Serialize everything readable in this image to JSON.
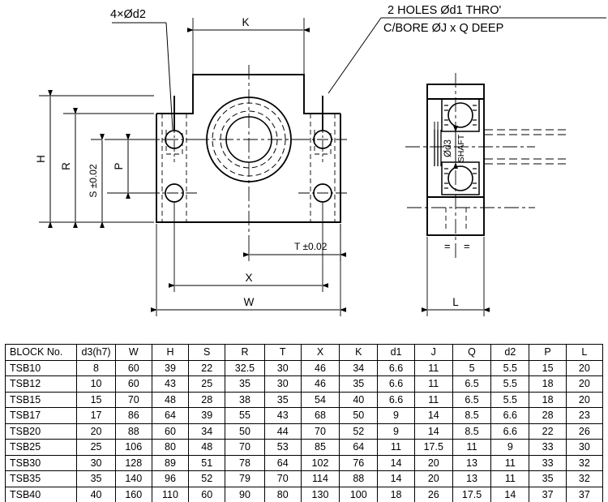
{
  "drawing": {
    "title_annotations": {
      "holes_note_line1": "2 HOLES Ød1 THRO'",
      "holes_note_line2": "C/BORE ØJ x Q DEEP",
      "corner_holes_note": "4×Ød2"
    },
    "dimensions": {
      "k": "K",
      "h": "H",
      "r": "R",
      "s": "S ±0.02",
      "p": "P",
      "t": "T ±0.02",
      "x": "X",
      "w": "W",
      "l": "L"
    },
    "side_view_labels": {
      "bore": "Ød3",
      "shaft": "SHAFT",
      "symmetry_left": "=",
      "symmetry_right": "="
    }
  },
  "table": {
    "headers": [
      "BLOCK No.",
      "d3(h7)",
      "W",
      "H",
      "S",
      "R",
      "T",
      "X",
      "K",
      "d1",
      "J",
      "Q",
      "d2",
      "P",
      "L"
    ],
    "rows": [
      [
        "TSB10",
        "8",
        "60",
        "39",
        "22",
        "32.5",
        "30",
        "46",
        "34",
        "6.6",
        "11",
        "5",
        "5.5",
        "15",
        "20"
      ],
      [
        "TSB12",
        "10",
        "60",
        "43",
        "25",
        "35",
        "30",
        "46",
        "35",
        "6.6",
        "11",
        "6.5",
        "5.5",
        "18",
        "20"
      ],
      [
        "TSB15",
        "15",
        "70",
        "48",
        "28",
        "38",
        "35",
        "54",
        "40",
        "6.6",
        "11",
        "6.5",
        "5.5",
        "18",
        "20"
      ],
      [
        "TSB17",
        "17",
        "86",
        "64",
        "39",
        "55",
        "43",
        "68",
        "50",
        "9",
        "14",
        "8.5",
        "6.6",
        "28",
        "23"
      ],
      [
        "TSB20",
        "20",
        "88",
        "60",
        "34",
        "50",
        "44",
        "70",
        "52",
        "9",
        "14",
        "8.5",
        "6.6",
        "22",
        "26"
      ],
      [
        "TSB25",
        "25",
        "106",
        "80",
        "48",
        "70",
        "53",
        "85",
        "64",
        "11",
        "17.5",
        "11",
        "9",
        "33",
        "30"
      ],
      [
        "TSB30",
        "30",
        "128",
        "89",
        "51",
        "78",
        "64",
        "102",
        "76",
        "14",
        "20",
        "13",
        "11",
        "33",
        "32"
      ],
      [
        "TSB35",
        "35",
        "140",
        "96",
        "52",
        "79",
        "70",
        "114",
        "88",
        "14",
        "20",
        "13",
        "11",
        "35",
        "32"
      ],
      [
        "TSB40",
        "40",
        "160",
        "110",
        "60",
        "90",
        "80",
        "130",
        "100",
        "18",
        "26",
        "17.5",
        "14",
        "37",
        "37"
      ]
    ]
  }
}
